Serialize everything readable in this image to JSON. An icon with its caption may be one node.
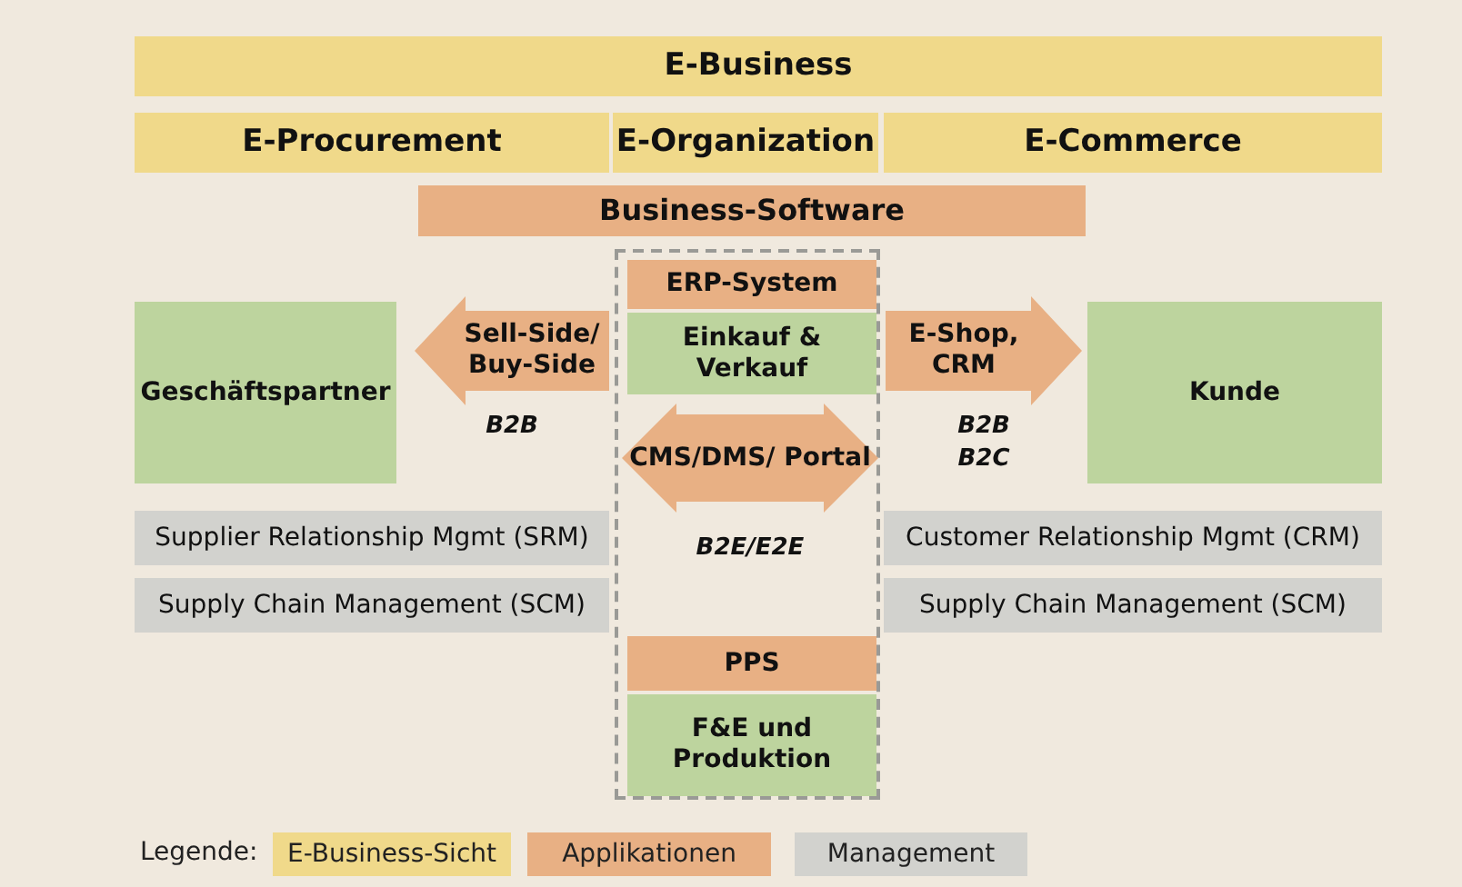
{
  "diagram": {
    "nodes": [
      {
        "text": [
          "E-Business"
        ]
      },
      {
        "text": [
          "E-Procurement"
        ]
      },
      {
        "text": [
          "E-Organization"
        ]
      },
      {
        "text": [
          "E-Commerce"
        ]
      },
      {
        "text": [
          "Business-Software"
        ]
      },
      {
        "text": [],
        "shape": "box"
      },
      {
        "text": [
          "ERP-System"
        ],
        "in": 5
      },
      {
        "text": [
          "Einkauf & Verkauf"
        ],
        "in": 5
      },
      {
        "text": [
          "CMS/DMS/ Portal"
        ],
        "in": 5,
        "beside": [
          "B2E/E2E"
        ]
      },
      {
        "text": [
          "PPS"
        ],
        "in": 5
      },
      {
        "text": [
          "F&E und Produktion"
        ],
        "in": 5
      },
      {
        "text": [
          "Geschäftspartner"
        ]
      },
      {
        "text": [
          "Sell-Side/ Buy-Side"
        ],
        "beside": [
          "B2B"
        ]
      },
      {
        "text": [
          "E-Shop, CRM"
        ],
        "beside": [
          "B2B",
          "B2C"
        ]
      },
      {
        "text": [
          "Kunde"
        ]
      },
      {
        "text": [
          "Supplier Relationship Mgmt (SRM)"
        ]
      },
      {
        "text": [
          "Supply Chain Management (SCM)"
        ]
      },
      {
        "text": [
          "Customer Relationship Mgmt (CRM)"
        ]
      },
      {
        "text": [
          "Supply Chain Management (SCM)"
        ]
      }
    ],
    "edges": [],
    "labels": [
      "Legende:"
    ],
    "legend": [
      {
        "text": "E-Business-Sicht",
        "color": "#f0d98a"
      },
      {
        "text": "Applikationen",
        "color": "#e8b084"
      },
      {
        "text": "Management",
        "color": "#d2d2ce"
      }
    ]
  }
}
